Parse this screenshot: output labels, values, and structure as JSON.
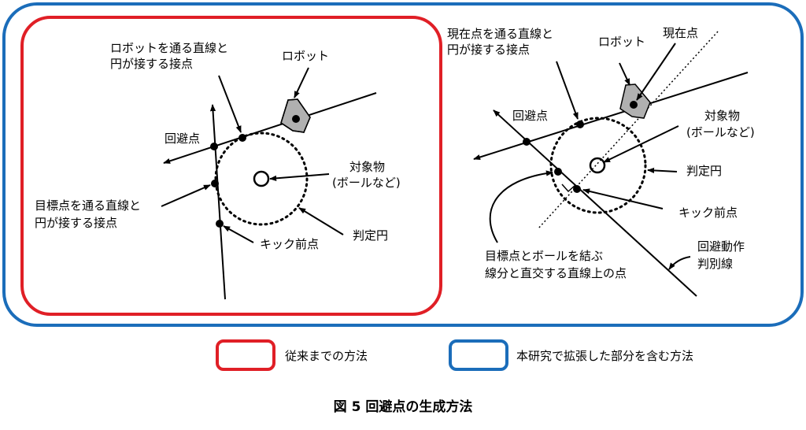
{
  "colors": {
    "conventional": "#e01f26",
    "proposed": "#1b6dba",
    "robot": "#b0b0b0"
  },
  "left": {
    "robot_tangent_1": "ロボットを通る直線と",
    "robot_tangent_2": "円が接する接点",
    "robot": "ロボット",
    "avoid_point": "回避点",
    "object_1": "対象物",
    "object_2": "(ボールなど)",
    "goal_tangent_1": "目標点を通る直線と",
    "goal_tangent_2": "円が接する接点",
    "kick_point": "キック前点",
    "judge_circle": "判定円"
  },
  "right": {
    "current_tangent_1": "現在点を通る直線と",
    "current_tangent_2": "円が接する接点",
    "robot": "ロボット",
    "current_point": "現在点",
    "avoid_point": "回避点",
    "object_1": "対象物",
    "object_2": "(ボールなど)",
    "judge_circle": "判定円",
    "kick_point": "キック前点",
    "perp_1": "目標点とボールを結ぶ",
    "perp_2": "線分と直交する直線上の点",
    "judge_line_1": "回避動作",
    "judge_line_2": "判別線"
  },
  "legend": {
    "conventional": "従来までの方法",
    "proposed": "本研究で拡張した部分を含む方法"
  },
  "caption": "図 5 回避点の生成方法"
}
